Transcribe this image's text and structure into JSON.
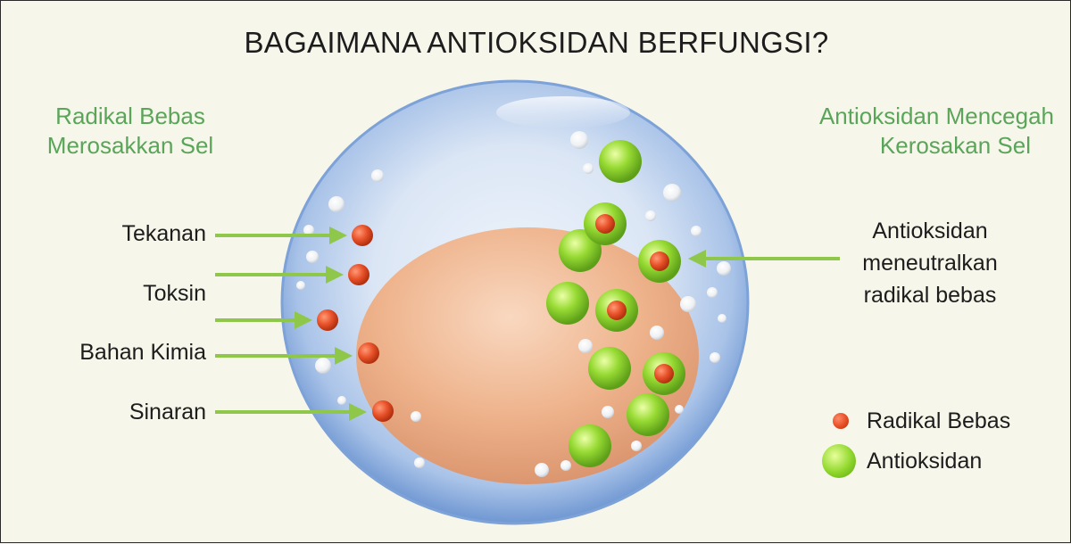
{
  "title": "BAGAIMANA ANTIOKSIDAN BERFUNGSI?",
  "left_heading": {
    "line1": "Radikal Bebas",
    "line2": "Merosakkan Sel"
  },
  "right_heading": {
    "line1": "Antioksidan Mencegah",
    "line2": "Kerosakan Sel"
  },
  "stressors": [
    "Tekanan",
    "Toksin",
    "Bahan Kimia",
    "Sinaran"
  ],
  "explanation": {
    "line1": "Antioksidan",
    "line2": "meneutralkan",
    "line3": "radikal bebas"
  },
  "legend": {
    "free_radical": "Radikal Bebas",
    "antioxidant": "Antioksidan"
  },
  "colors": {
    "heading_green": "#5aa55a",
    "arrow_green": "#8fc74a",
    "free_radical_red": "#e2481f",
    "antioxidant_green": "#8ed62a",
    "cell_blue": "#9fbde6",
    "nucleus_peach": "#e8a67c"
  }
}
